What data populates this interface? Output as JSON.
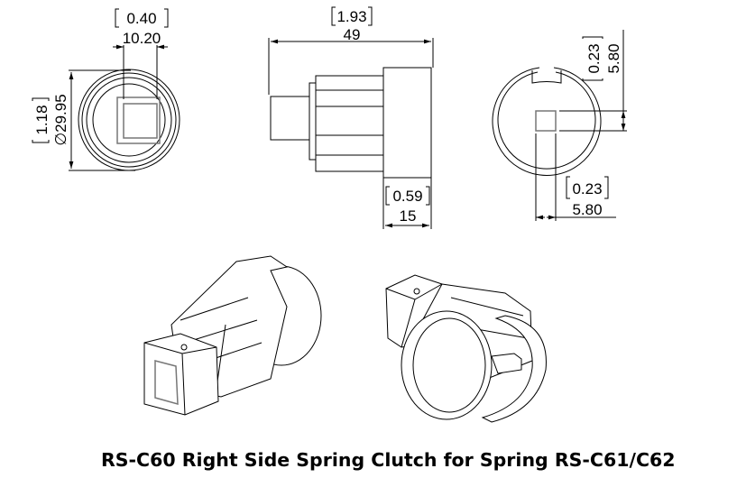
{
  "front_view": {
    "width_in": "0.40",
    "width_mm": "10.20",
    "diameter_in": "1.18",
    "diameter_mm": "∅29.95"
  },
  "side_view": {
    "length_in": "1.93",
    "length_mm": "49",
    "cap_in": "0.59",
    "cap_mm": "15"
  },
  "back_view": {
    "square_h_in": "0.23",
    "square_h_mm": "5.80",
    "square_w_in": "0.23",
    "square_w_mm": "5.80"
  },
  "title": "RS-C60 Right Side Spring Clutch for Spring RS-C61/C62"
}
